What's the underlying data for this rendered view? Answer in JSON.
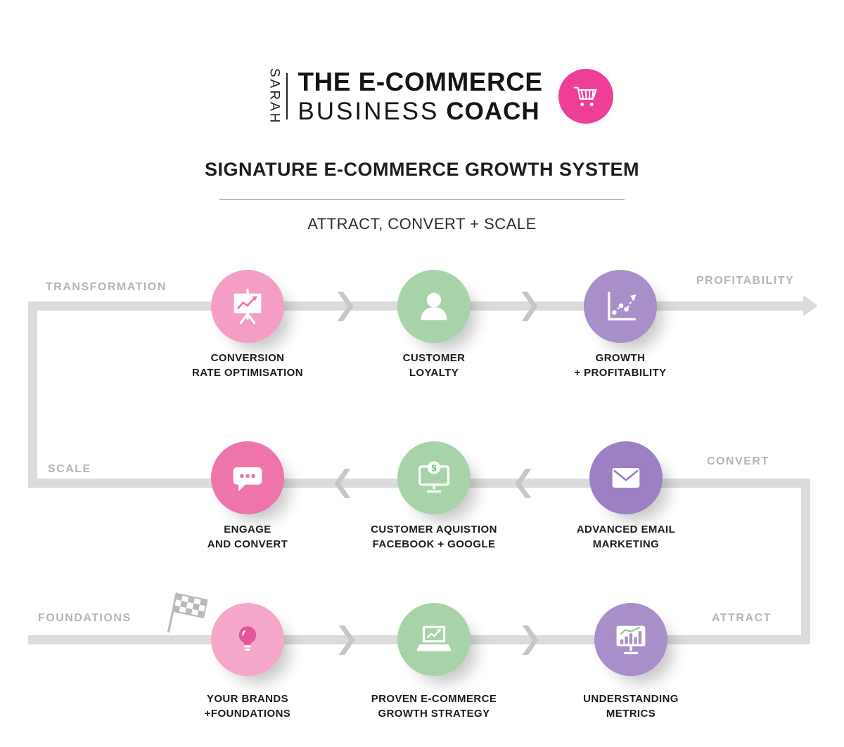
{
  "brand": {
    "name_vertical": "SARAH",
    "title_line1": "THE E-COMMERCE",
    "title_business": "BUSINESS",
    "title_coach": "COACH"
  },
  "header": {
    "title": "SIGNATURE E-COMMERCE GROWTH SYSTEM",
    "subtitle": "ATTRACT, CONVERT + SCALE"
  },
  "stage_labels": {
    "transformation": "TRANSFORMATION",
    "profitability": "PROFITABILITY",
    "scale": "SCALE",
    "convert": "CONVERT",
    "foundations": "FOUNDATIONS",
    "attract": "ATTRACT"
  },
  "nodes": [
    {
      "id": "conversion-rate-optimisation",
      "icon": "presentation-chart-icon",
      "color": "#f59ec5",
      "line1": "CONVERSION",
      "line2": "RATE OPTIMISATION"
    },
    {
      "id": "customer-loyalty",
      "icon": "customer-icon",
      "color": "#a8d3a9",
      "line1": "CUSTOMER",
      "line2": "LOYALTY"
    },
    {
      "id": "growth-profitability",
      "icon": "growth-chart-icon",
      "color": "#a98fc9",
      "line1": "GROWTH",
      "line2": "+ PROFITABILITY"
    },
    {
      "id": "engage-and-convert",
      "icon": "chat-bubble-icon",
      "color": "#ee74ac",
      "line1": "ENGAGE",
      "line2": "AND CONVERT"
    },
    {
      "id": "customer-acquisition",
      "icon": "monitor-dollar-icon",
      "color": "#a8d3a9",
      "line1": "CUSTOMER AQUISTION",
      "line2": "FACEBOOK + GOOGLE"
    },
    {
      "id": "advanced-email-marketing",
      "icon": "envelope-icon",
      "color": "#9c80c3",
      "line1": "ADVANCED EMAIL",
      "line2": "MARKETING"
    },
    {
      "id": "your-brands-foundations",
      "icon": "lightbulb-icon",
      "color": "#f5a7ca",
      "line1": "YOUR BRANDS",
      "line2": "+FOUNDATIONS"
    },
    {
      "id": "proven-growth-strategy",
      "icon": "laptop-chart-icon",
      "color": "#a8d3a9",
      "line1": "PROVEN E-COMMERCE",
      "line2": "GROWTH STRATEGY"
    },
    {
      "id": "understanding-metrics",
      "icon": "metrics-monitor-icon",
      "color": "#a98fc9",
      "line1": "UNDERSTANDING",
      "line2": "METRICS"
    }
  ],
  "icons": {
    "coin_symbol": "$"
  },
  "colors": {
    "brand_pink": "#ee3e96",
    "flow_path": "#dbdbdb",
    "chevron": "#c6c6c6",
    "stage_label": "#b5b5b5",
    "pink": "#f59ec5",
    "pink_dark": "#ee74ac",
    "pink_light": "#f5a7ca",
    "green": "#a8d3a9",
    "purple": "#a98fc9",
    "purple_dark": "#9c80c3"
  }
}
